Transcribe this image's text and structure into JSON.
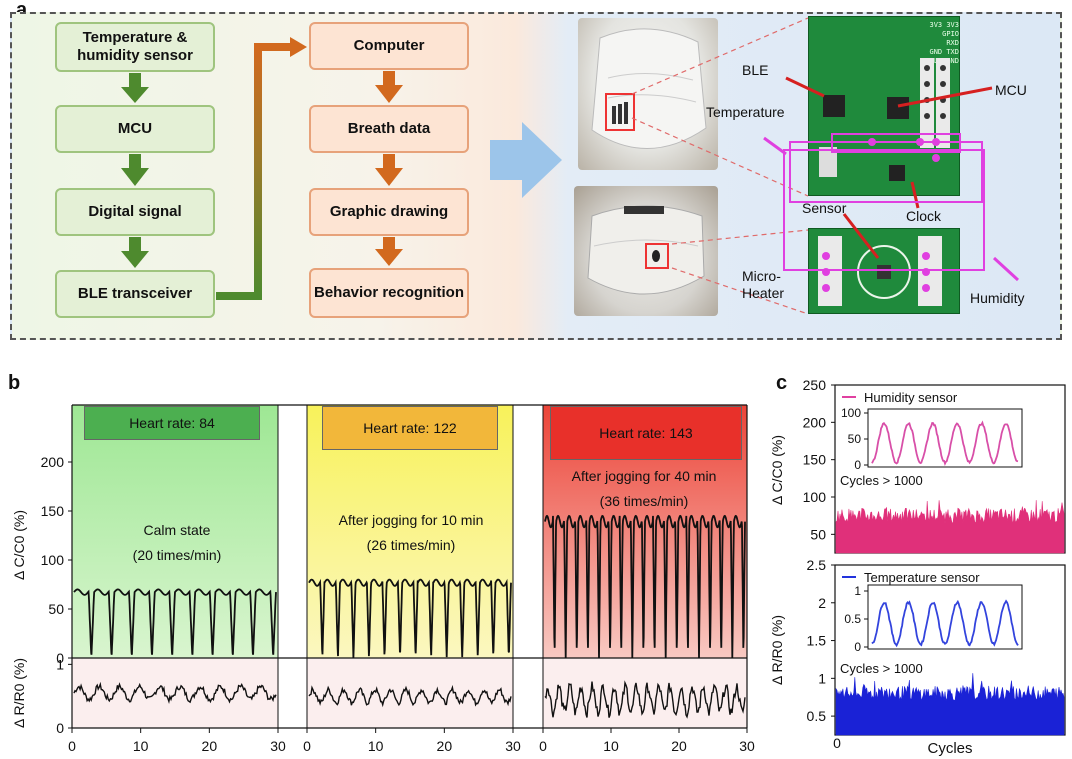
{
  "figure": {
    "panel_labels": {
      "a": "a",
      "b": "b",
      "c": "c"
    },
    "flow_left": [
      "Temperature & humidity sensor",
      "MCU",
      "Digital signal",
      "BLE transceiver"
    ],
    "flow_right": [
      "Computer",
      "Breath data",
      "Graphic drawing",
      "Behavior recognition"
    ],
    "pcb_labels": {
      "ble": "BLE",
      "mcu": "MCU",
      "temperature": "Temperature",
      "sensor": "Sensor",
      "clock": "Clock",
      "micro_heater": "Micro-Heater",
      "humidity": "Humidity"
    },
    "pcb_silk": [
      "3V3  3V3",
      "GPIO  RXD",
      "GND  TXD",
      "CLK  GND"
    ],
    "colors": {
      "green_flow": "#4e8a2e",
      "orange_flow": "#d2691e",
      "magenta": "#e040e0",
      "pcb_green": "#1f8a3c"
    }
  },
  "panel_b": {
    "states": [
      {
        "heart_rate": "Heart rate: 84",
        "label": "Calm state",
        "rate": "(20 times/min)",
        "hr_color": "#4caf50",
        "bg_color": "#c8f0bc"
      },
      {
        "heart_rate": "Heart rate: 122",
        "label": "After jogging for 10 min",
        "rate": "(26 times/min)",
        "hr_color": "#f2b73a",
        "bg_color": "#fbf3a6"
      },
      {
        "heart_rate": "Heart rate: 143",
        "label": "After jogging for 40 min",
        "rate": "(36 times/min)",
        "hr_color": "#e8302a",
        "bg_color": "#f4a79e"
      }
    ]
  },
  "chart_data": [
    {
      "type": "line",
      "panel": "b-top",
      "ylabel": "Δ C/C0 (%)",
      "yticks": [
        0,
        50,
        100,
        150,
        200
      ],
      "ylim": [
        0,
        250
      ],
      "xlim": [
        0,
        30
      ],
      "series": [
        {
          "name": "Calm state",
          "cycles": 10,
          "ymin": 0,
          "ymax": 70
        },
        {
          "name": "After jogging for 10 min",
          "cycles": 13,
          "ymin": 0,
          "ymax": 80
        },
        {
          "name": "After jogging for 40 min",
          "cycles": 18,
          "ymin": 0,
          "ymax": 145
        }
      ]
    },
    {
      "type": "line",
      "panel": "b-bottom",
      "ylabel": "Δ R/R0 (%)",
      "yticks": [
        0,
        1
      ],
      "ylim": [
        0,
        1.1
      ],
      "xticks": [
        0,
        10,
        20,
        30
      ],
      "xlim": [
        0,
        30
      ],
      "series": [
        {
          "name": "Calm state",
          "mean": 0.55,
          "amplitude": 0.1
        },
        {
          "name": "After jogging for 10 min",
          "mean": 0.5,
          "amplitude": 0.1
        },
        {
          "name": "After jogging for 40 min",
          "mean": 0.45,
          "amplitude": 0.2
        }
      ]
    },
    {
      "type": "area",
      "panel": "c-top",
      "legend": "Humidity sensor",
      "ylabel": "Δ C/C0 (%)",
      "yticks": [
        50,
        100,
        150,
        200,
        250
      ],
      "ylim": [
        25,
        250
      ],
      "xlabel": "Cycles",
      "color": "#e0307a",
      "mean": 75,
      "inset": {
        "yticks": [
          0,
          50,
          100
        ],
        "cycles": 6,
        "ymin": 5,
        "ymax": 80,
        "color": "#d84fa8"
      },
      "annotation": "Cycles > 1000"
    },
    {
      "type": "area",
      "panel": "c-bottom",
      "legend": "Temperature sensor",
      "ylabel": "Δ R/R0 (%)",
      "yticks": [
        0.5,
        1,
        1.5,
        2,
        2.5
      ],
      "ylim": [
        0.25,
        2.5
      ],
      "xticks": [
        0
      ],
      "xlabel": "Cycles",
      "color": "#1a22d6",
      "mean": 0.8,
      "inset": {
        "yticks": [
          0,
          0.5,
          1
        ],
        "cycles": 6,
        "ymin": 0.05,
        "ymax": 0.8,
        "color": "#3344dd"
      },
      "annotation": "Cycles > 1000"
    }
  ],
  "axis_text": {
    "b_ylabel_top": "Δ C/C0 (%)",
    "b_ylabel_bottom": "Δ R/R0 (%)",
    "c_ylabel_top": "Δ C/C0 (%)",
    "c_ylabel_bottom": "Δ R/R0 (%)",
    "c_xlabel": "Cycles",
    "c_x0": "0",
    "cycles_note": "Cycles > 1000",
    "hum_legend": "Humidity sensor",
    "temp_legend": "Temperature sensor"
  }
}
